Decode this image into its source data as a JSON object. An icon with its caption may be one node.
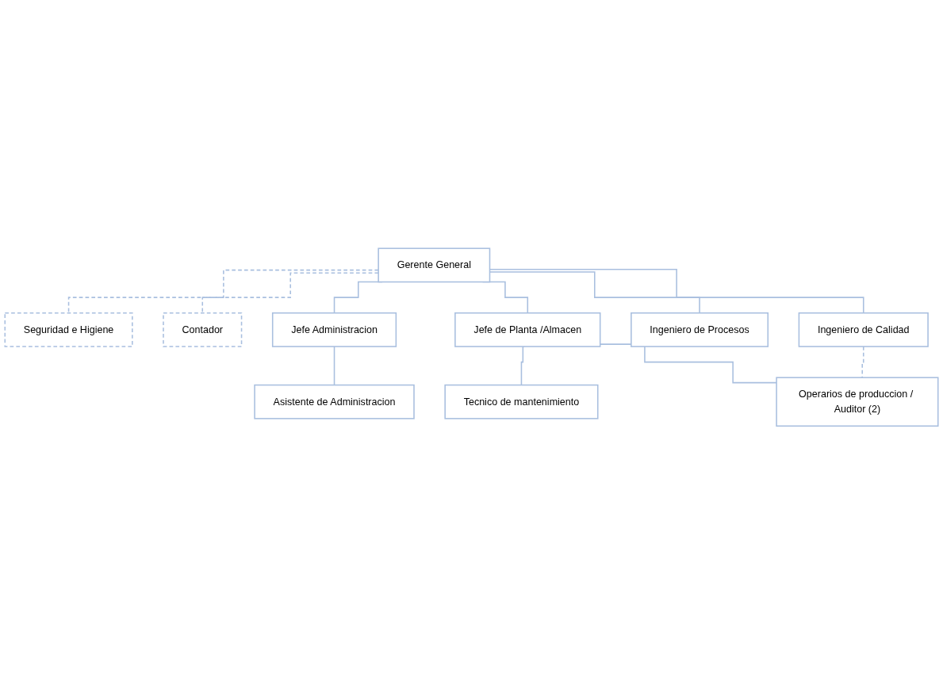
{
  "diagram": {
    "nodes": [
      {
        "text": [
          "Gerente General"
        ]
      },
      {
        "text": [
          "Seguridad e Higiene"
        ]
      },
      {
        "text": [
          "Contador"
        ]
      },
      {
        "text": [
          "Jefe Administracion"
        ]
      },
      {
        "text": [
          "Jefe de Planta /Almacen"
        ]
      },
      {
        "text": [
          "Ingeniero de Procesos"
        ]
      },
      {
        "text": [
          "Ingeniero de Calidad"
        ]
      },
      {
        "text": [
          "Asistente de Administracion"
        ]
      },
      {
        "text": [
          "Tecnico de mantenimiento"
        ]
      },
      {
        "text": [
          "Operarios de produccion / Auditor (2)"
        ]
      }
    ],
    "edges": [
      {
        "from": 0,
        "to": 1,
        "arrow": "none",
        "style": "dashed"
      },
      {
        "from": 0,
        "to": 2,
        "arrow": "none",
        "style": "dashed"
      },
      {
        "from": 0,
        "to": 3,
        "arrow": "none"
      },
      {
        "from": 0,
        "to": 4,
        "arrow": "none"
      },
      {
        "from": 0,
        "to": 5,
        "arrow": "none"
      },
      {
        "from": 0,
        "to": 6,
        "arrow": "none"
      },
      {
        "from": 3,
        "to": 7,
        "arrow": "none"
      },
      {
        "from": 4,
        "to": 8,
        "arrow": "none"
      },
      {
        "from": 4,
        "to": 9,
        "arrow": "none"
      },
      {
        "from": 6,
        "to": 9,
        "arrow": "none",
        "style": "dashed"
      }
    ]
  }
}
